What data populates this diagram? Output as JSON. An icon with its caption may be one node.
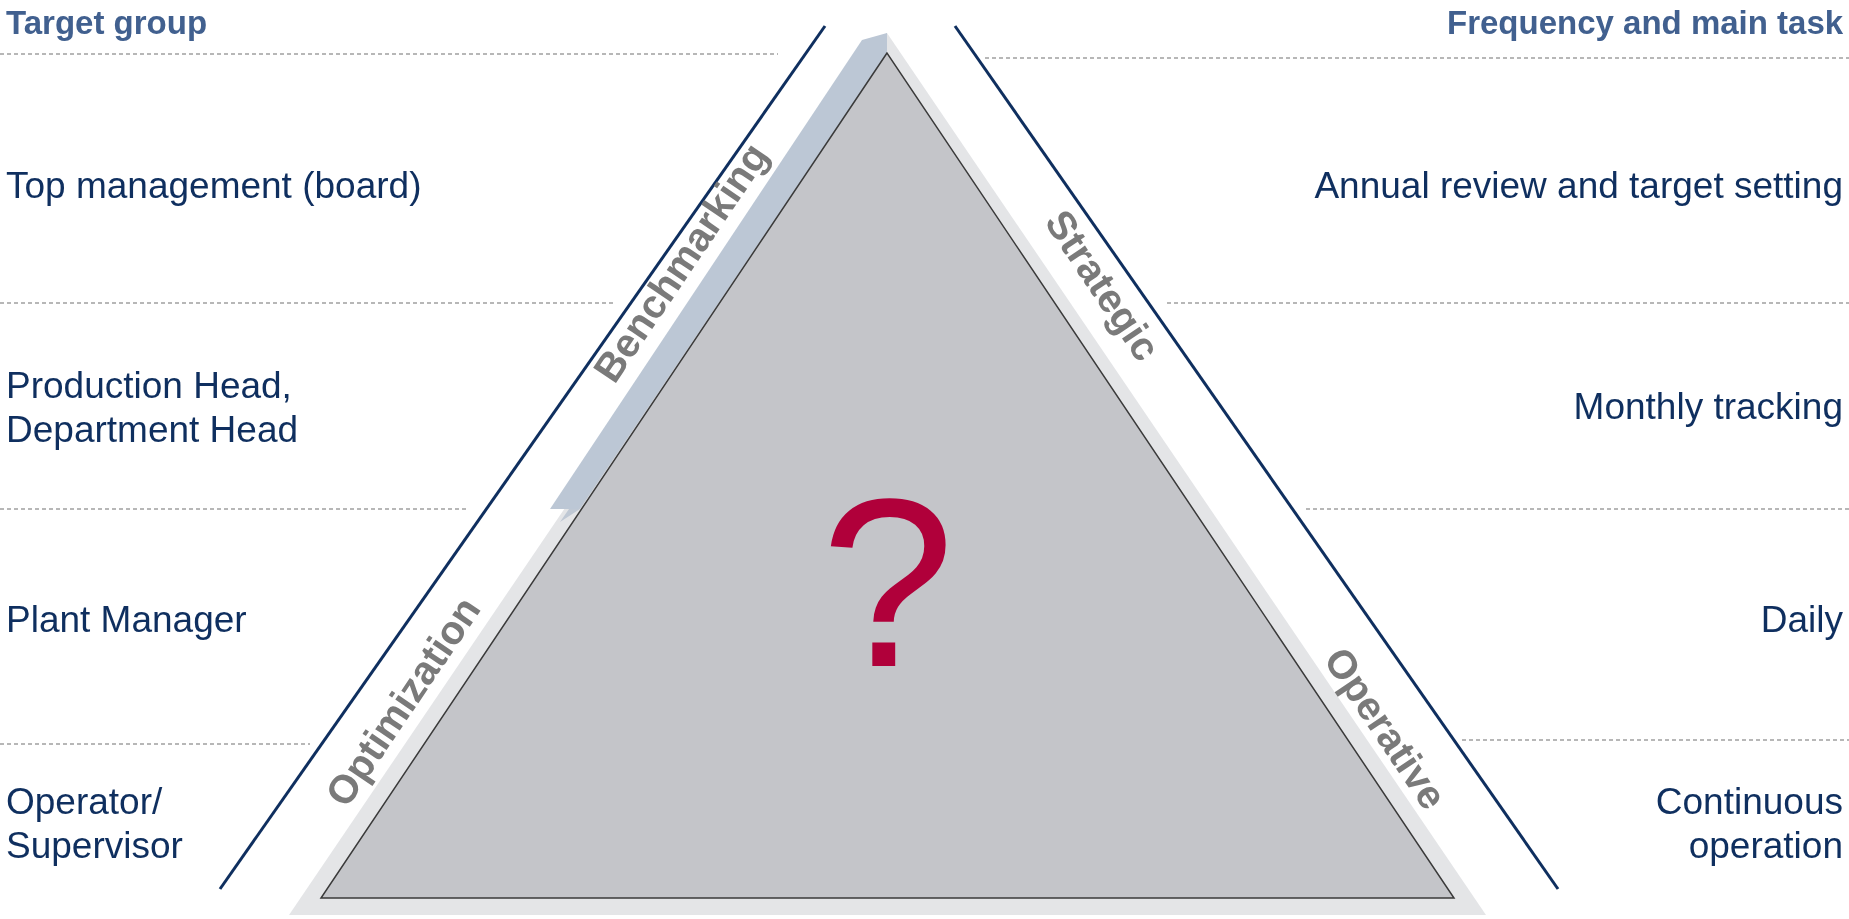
{
  "diagram": {
    "nodes": [
      {
        "text": [
          "?"
        ]
      },
      {
        "text": [
          "Benchmarking"
        ]
      },
      {
        "text": [
          "Strategic"
        ]
      },
      {
        "text": [
          "Optimization"
        ]
      },
      {
        "text": [
          "Operative"
        ]
      }
    ],
    "edges": [],
    "labels": [
      "Target group",
      "Frequency and main task",
      "Top management (board)",
      "Annual review and target setting",
      "Production Head, Department Head",
      "Monthly tracking",
      "Plant Manager",
      "Daily",
      "Operator/ Supervisor",
      "Continuous operation"
    ]
  }
}
